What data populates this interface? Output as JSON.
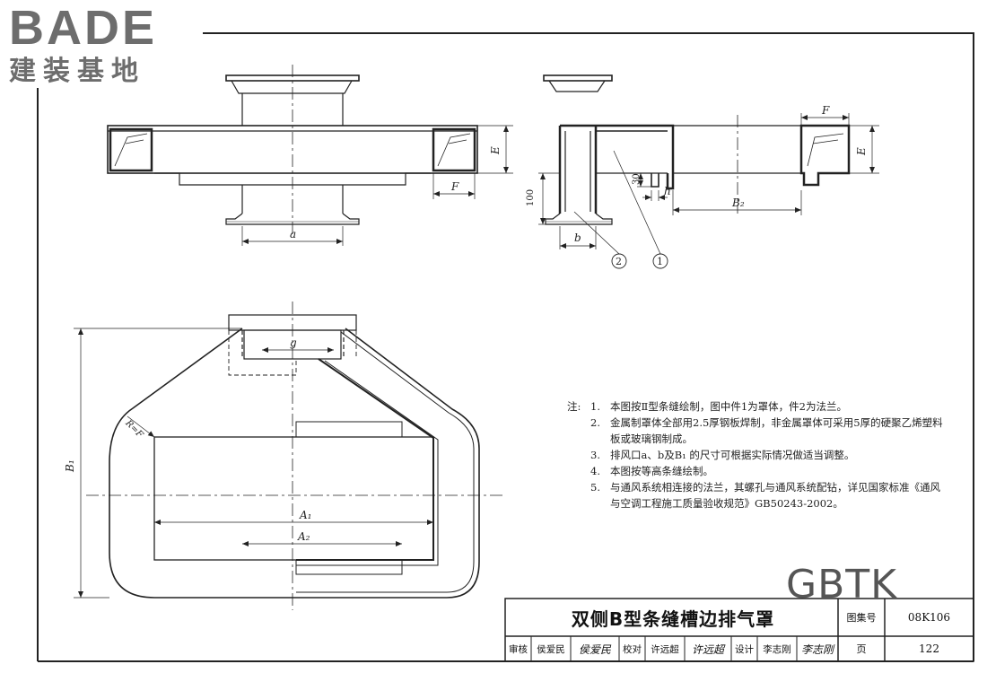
{
  "logo": {
    "brand": "BADE",
    "subtitle": "建装基地"
  },
  "watermark": "GBTK",
  "labels": {
    "a": "a",
    "b": "b",
    "E": "E",
    "F": "F",
    "h": "h",
    "g": "g",
    "B2": "B₂",
    "B1": "B₁",
    "A1": "A₁",
    "A2": "A₂",
    "RF": "R=F",
    "dim100": "100",
    "dim30": "30",
    "part1": "1",
    "part2": "2"
  },
  "notes": {
    "head": "注:",
    "items": [
      {
        "num": "1.",
        "text": "本图按Ⅱ型条缝绘制，图中件1为罩体，件2为法兰。"
      },
      {
        "num": "2.",
        "text": "金属制罩体全部用2.5厚钢板焊制，非金属罩体可采用5厚的硬聚乙烯塑料板或玻璃钢制成。"
      },
      {
        "num": "3.",
        "text": "排风口a、b及B₁ 的尺寸可根据实际情况做适当调整。"
      },
      {
        "num": "4.",
        "text": "本图按等高条缝绘制。"
      },
      {
        "num": "5.",
        "text": "与通风系统相连接的法兰，其螺孔与通风系统配钻，详见国家标准《通风与空调工程施工质量验收规范》GB50243-2002。"
      }
    ]
  },
  "titleblock": {
    "title": "双侧B型条缝槽边排气罩",
    "atlas_label": "图集号",
    "atlas_value": "08K106",
    "review_label": "审核",
    "review_name": "侯爱民",
    "review_sig": "侯爱民",
    "check_label": "校对",
    "check_name": "许远超",
    "check_sig": "许远超",
    "design_label": "设计",
    "design_name": "李志刚",
    "design_sig": "李志刚",
    "page_label": "页",
    "page_value": "122"
  }
}
